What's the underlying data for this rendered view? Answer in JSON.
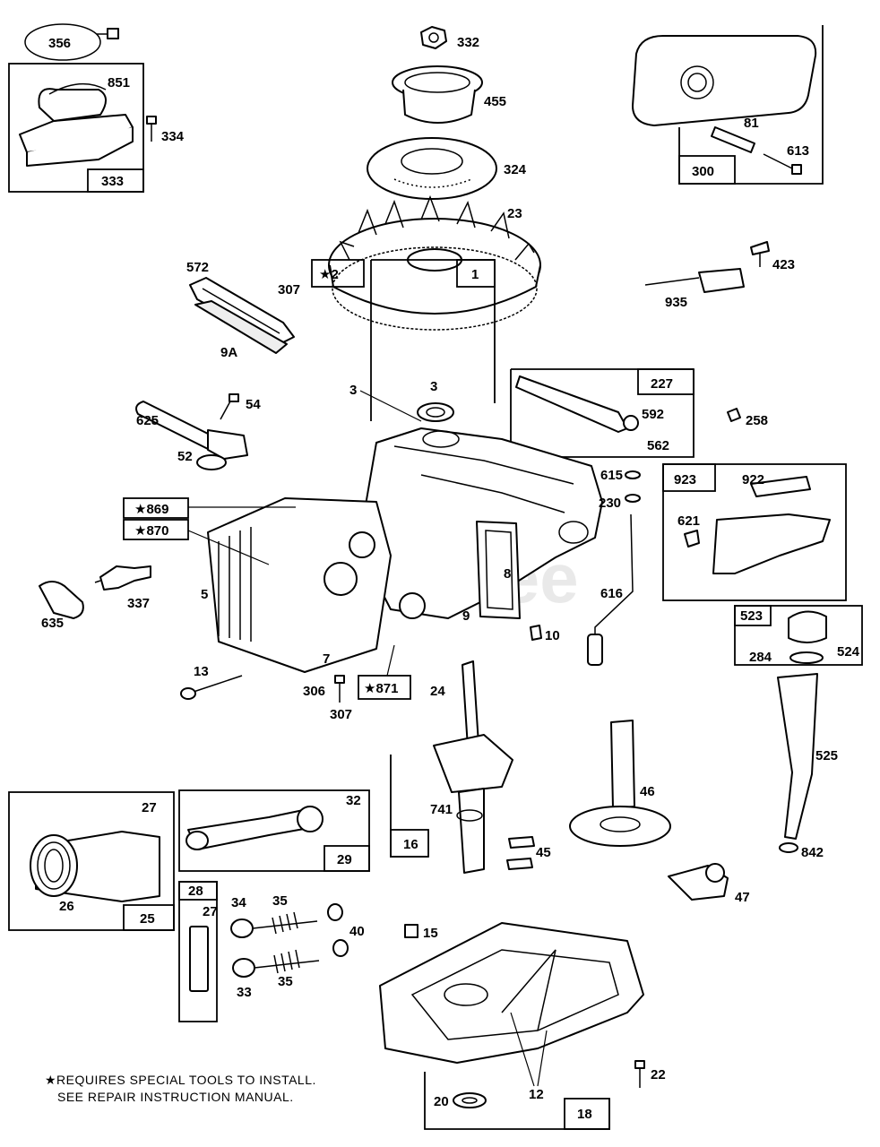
{
  "labels": {
    "l356": "356",
    "l332": "332",
    "l455": "455",
    "l324": "324",
    "l23": "23",
    "l851": "851",
    "l334": "334",
    "l333": "333",
    "l81": "81",
    "l613": "613",
    "l300": "300",
    "l423": "423",
    "l935": "935",
    "l572": "572",
    "l307a": "307",
    "l9a": "9A",
    "l2": "★2",
    "l3a": "3",
    "l1": "1",
    "l3b": "3",
    "l227": "227",
    "l592": "592",
    "l562": "562",
    "l258": "258",
    "l625": "625",
    "l54": "54",
    "l52": "52",
    "l615": "615",
    "l230": "230",
    "l616": "616",
    "l923": "923",
    "l922": "922",
    "l621": "621",
    "l869": "★869",
    "l870": "★870",
    "l5": "5",
    "l8": "8",
    "l9": "9",
    "l10": "10",
    "l337": "337",
    "l635": "635",
    "l523": "523",
    "l284": "284",
    "l524": "524",
    "l525": "525",
    "l842": "842",
    "l13": "13",
    "l7": "7",
    "l306": "306",
    "l307b": "307",
    "l871": "★871",
    "l24": "24",
    "l741": "741",
    "l16": "16",
    "l45": "45",
    "l46": "46",
    "l47": "47",
    "l27a": "27",
    "l26": "26",
    "l25": "25",
    "l32": "32",
    "l29": "29",
    "l28": "28",
    "l27b": "27",
    "l34": "34",
    "l35a": "35",
    "l40": "40",
    "l33": "33",
    "l35b": "35",
    "l15": "15",
    "l22": "22",
    "l12": "12",
    "l20": "20",
    "l18": "18"
  },
  "footnote": {
    "line1": "★REQUIRES SPECIAL TOOLS TO INSTALL.",
    "line2": "SEE REPAIR INSTRUCTION MANUAL."
  },
  "watermark": "PartsTree"
}
